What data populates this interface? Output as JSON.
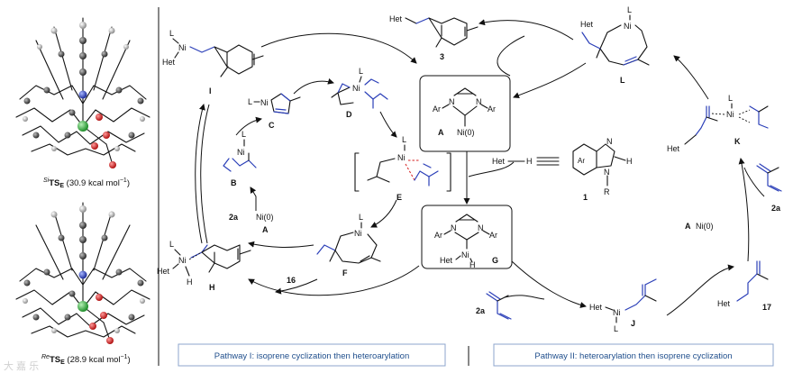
{
  "ts_models": {
    "top_prefix": "Si",
    "top_name": "TS",
    "top_sub": "E",
    "top_energy": " (30.9 kcal mol",
    "top_exp": "−1",
    "top_close": ")",
    "bottom_prefix": "Re",
    "bottom_name": "TS",
    "bottom_sub": "E",
    "bottom_energy": " (28.9 kcal mol",
    "bottom_exp": "−1",
    "bottom_close": ")"
  },
  "atoms": {
    "Ni": "Ni",
    "L": "L",
    "Het": "Het",
    "H": "H",
    "Ar": "Ar",
    "N": "N",
    "R": "R",
    "Ni0": "Ni(0)"
  },
  "labels": {
    "I": "I",
    "C": "C",
    "D": "D",
    "B": "B",
    "E": "E",
    "F": "F",
    "H": "H",
    "A": "A",
    "G": "G",
    "J": "J",
    "K": "K",
    "L": "L",
    "3": "3",
    "1": "1",
    "2a": "2a",
    "16": "16",
    "17": "17"
  },
  "pathways": {
    "one": "Pathway I: isoprene cyclization then heteroarylation",
    "two": "Pathway II: heteroarylation then isoprene cyclization"
  },
  "watermark": "大 嘉 乐"
}
